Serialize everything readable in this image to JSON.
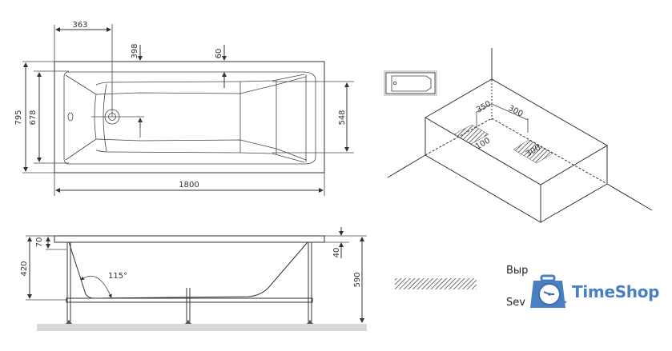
{
  "top_view": {
    "dims": {
      "length": "1800",
      "width_outer": "795",
      "width_inner": "678",
      "drain_offset": "363",
      "drain_depth": "398",
      "rim": "60",
      "headrest_width": "548"
    }
  },
  "side_view": {
    "dims": {
      "rim_height": "70",
      "frame_height": "420",
      "angle": "115°",
      "lip": "40",
      "total_height": "590"
    }
  },
  "install_view": {
    "dims": {
      "a": "350",
      "b": "300",
      "c": "100",
      "d": "300"
    }
  },
  "legend": {
    "line1": "Выр",
    "line2": "Sev"
  },
  "watermark": {
    "brand": "TimeShop",
    "color": "#4a7fc1"
  }
}
